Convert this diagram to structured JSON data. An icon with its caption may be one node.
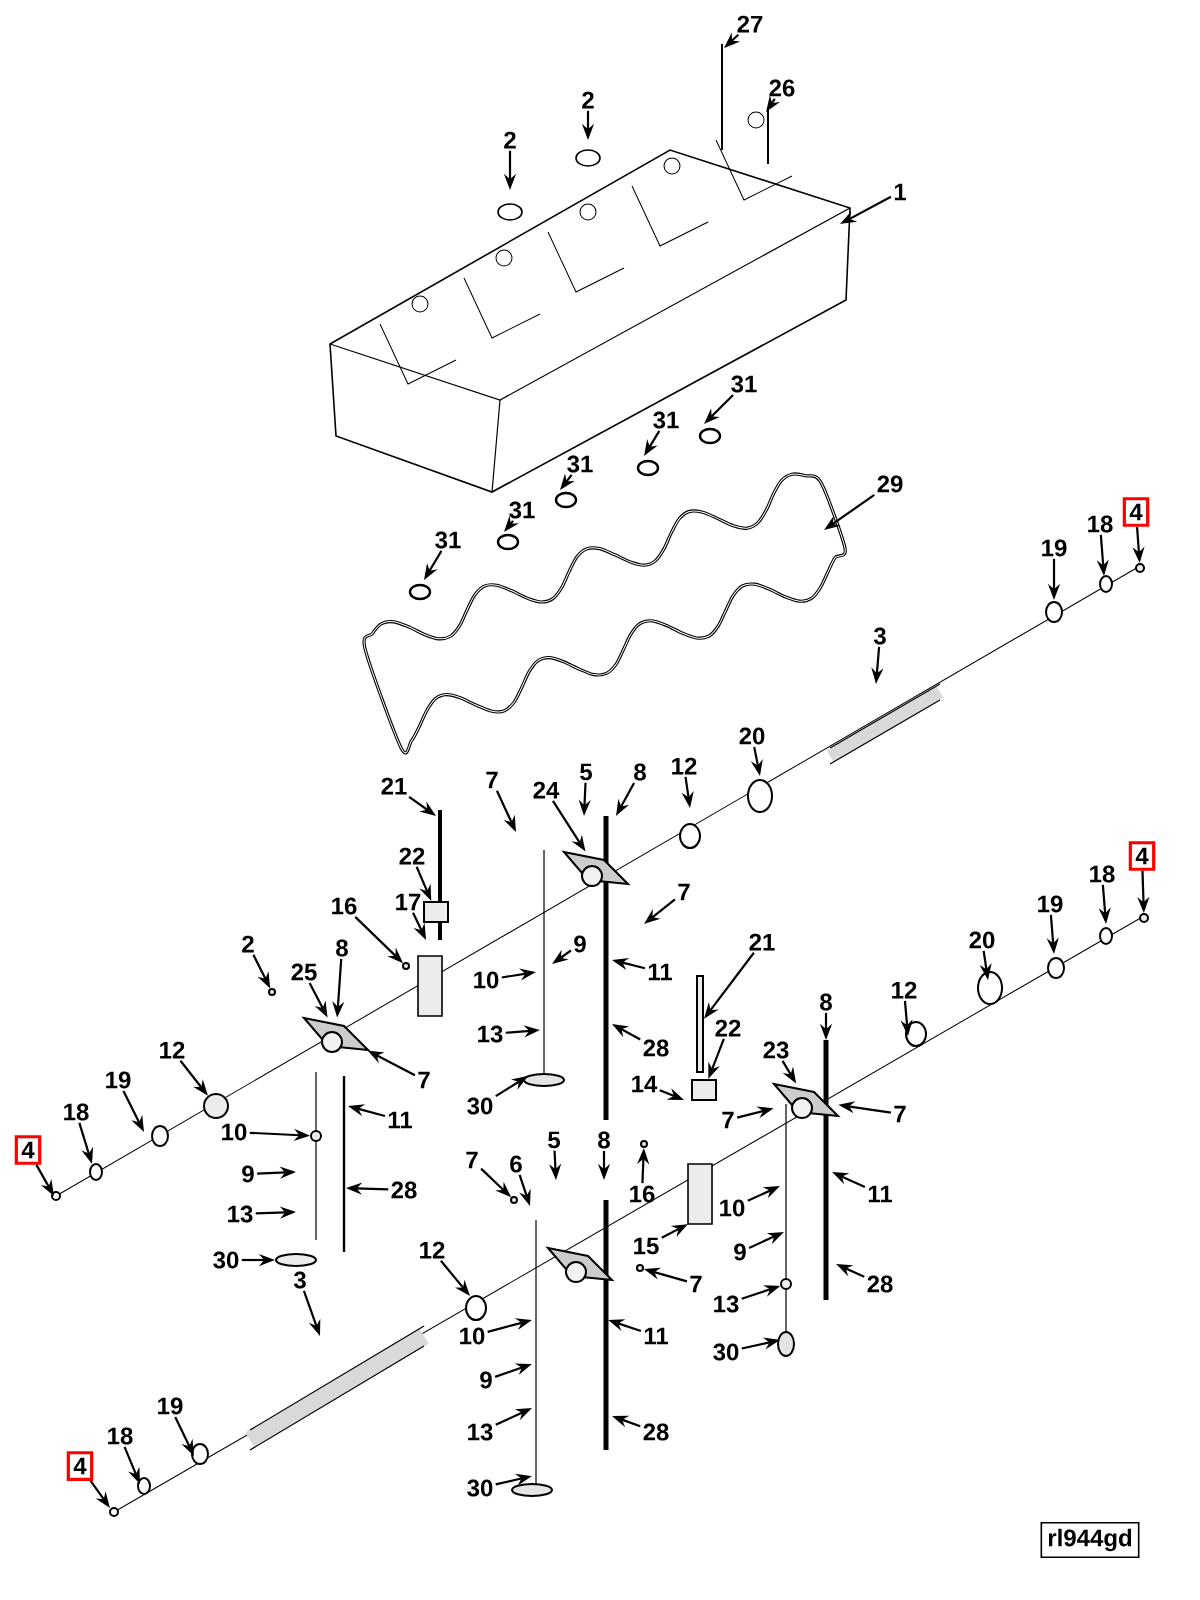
{
  "diagram": {
    "nodes": [
      {
        "text": [
          "27"
        ]
      },
      {
        "text": [
          "26"
        ]
      },
      {
        "text": [
          "2"
        ]
      },
      {
        "text": [
          "2"
        ]
      },
      {
        "text": [
          "1"
        ]
      },
      {
        "text": [
          "31"
        ]
      },
      {
        "text": [
          "31"
        ]
      },
      {
        "text": [
          "31"
        ]
      },
      {
        "text": [
          "31"
        ]
      },
      {
        "text": [
          "31"
        ]
      },
      {
        "text": [
          "29"
        ]
      },
      {
        "text": [
          "4"
        ]
      },
      {
        "text": [
          "18"
        ]
      },
      {
        "text": [
          "19"
        ]
      },
      {
        "text": [
          "3"
        ]
      },
      {
        "text": [
          "20"
        ]
      },
      {
        "text": [
          "12"
        ]
      },
      {
        "text": [
          "8"
        ]
      },
      {
        "text": [
          "5"
        ]
      },
      {
        "text": [
          "24"
        ]
      },
      {
        "text": [
          "7"
        ]
      },
      {
        "text": [
          "21"
        ]
      },
      {
        "text": [
          "7"
        ]
      },
      {
        "text": [
          "22"
        ]
      },
      {
        "text": [
          "17"
        ]
      },
      {
        "text": [
          "16"
        ]
      },
      {
        "text": [
          "9"
        ]
      },
      {
        "text": [
          "11"
        ]
      },
      {
        "text": [
          "10"
        ]
      },
      {
        "text": [
          "21"
        ]
      },
      {
        "text": [
          "4"
        ]
      },
      {
        "text": [
          "18"
        ]
      },
      {
        "text": [
          "19"
        ]
      },
      {
        "text": [
          "20"
        ]
      },
      {
        "text": [
          "12"
        ]
      },
      {
        "text": [
          "8"
        ]
      },
      {
        "text": [
          "23"
        ]
      },
      {
        "text": [
          "22"
        ]
      },
      {
        "text": [
          "2"
        ]
      },
      {
        "text": [
          "25"
        ]
      },
      {
        "text": [
          "8"
        ]
      },
      {
        "text": [
          "7"
        ]
      },
      {
        "text": [
          "13"
        ]
      },
      {
        "text": [
          "28"
        ]
      },
      {
        "text": [
          "12"
        ]
      },
      {
        "text": [
          "11"
        ]
      },
      {
        "text": [
          "30"
        ]
      },
      {
        "text": [
          "14"
        ]
      },
      {
        "text": [
          "7"
        ]
      },
      {
        "text": [
          "7"
        ]
      },
      {
        "text": [
          "19"
        ]
      },
      {
        "text": [
          "18"
        ]
      },
      {
        "text": [
          "4"
        ]
      },
      {
        "text": [
          "10"
        ]
      },
      {
        "text": [
          "9"
        ]
      },
      {
        "text": [
          "13"
        ]
      },
      {
        "text": [
          "28"
        ]
      },
      {
        "text": [
          "30"
        ]
      },
      {
        "text": [
          "7"
        ]
      },
      {
        "text": [
          "6"
        ]
      },
      {
        "text": [
          "5"
        ]
      },
      {
        "text": [
          "8"
        ]
      },
      {
        "text": [
          "16"
        ]
      },
      {
        "text": [
          "10"
        ]
      },
      {
        "text": [
          "11"
        ]
      },
      {
        "text": [
          "15"
        ]
      },
      {
        "text": [
          "7"
        ]
      },
      {
        "text": [
          "9"
        ]
      },
      {
        "text": [
          "13"
        ]
      },
      {
        "text": [
          "28"
        ]
      },
      {
        "text": [
          "30"
        ]
      },
      {
        "text": [
          "12"
        ]
      },
      {
        "text": [
          "10"
        ]
      },
      {
        "text": [
          "11"
        ]
      },
      {
        "text": [
          "3"
        ]
      },
      {
        "text": [
          "9"
        ]
      },
      {
        "text": [
          "13"
        ]
      },
      {
        "text": [
          "28"
        ]
      },
      {
        "text": [
          "19"
        ]
      },
      {
        "text": [
          "18"
        ]
      },
      {
        "text": [
          "4"
        ]
      },
      {
        "text": [
          "30"
        ]
      },
      {
        "text": [],
        "shape": "circle"
      },
      {
        "text": [],
        "shape": "box"
      },
      {
        "text": [],
        "shape": "circle"
      },
      {
        "text": [],
        "shape": "bar"
      },
      {
        "text": [],
        "shape": "circle"
      },
      {
        "text": [],
        "shape": "circle"
      },
      {
        "text": [],
        "shape": "circle"
      },
      {
        "text": [],
        "shape": "circle"
      },
      {
        "text": [],
        "shape": "ellipse"
      },
      {
        "text": [],
        "shape": "circle"
      },
      {
        "text": [],
        "shape": "circle"
      },
      {
        "text": [],
        "shape": "circle"
      },
      {
        "text": [],
        "shape": "circle"
      },
      {
        "text": [],
        "shape": "picture"
      },
      {
        "text": [],
        "shape": "picture"
      },
      {
        "text": [],
        "shape": "picture"
      },
      {
        "text": [],
        "shape": "picture"
      },
      {
        "text": [],
        "shape": "box"
      }
    ],
    "edges": [
      {
        "from": 0,
        "to": null,
        "arrow": "to"
      },
      {
        "from": 1,
        "to": null,
        "arrow": "to"
      },
      {
        "from": 2,
        "to": null,
        "arrow": "to"
      },
      {
        "from": 3,
        "to": null,
        "arrow": "to"
      },
      {
        "from": 4,
        "to": null,
        "arrow": "to"
      },
      {
        "from": 5,
        "to": null,
        "arrow": "to"
      },
      {
        "from": 6,
        "to": null,
        "arrow": "to"
      },
      {
        "from": 7,
        "to": null,
        "arrow": "to"
      },
      {
        "from": 8,
        "to": null,
        "arrow": "to"
      },
      {
        "from": 9,
        "to": null,
        "arrow": "to"
      },
      {
        "from": 10,
        "to": null,
        "arrow": "to"
      },
      {
        "from": 11,
        "to": 82,
        "arrow": "to"
      },
      {
        "from": 12,
        "to": null,
        "arrow": "to"
      },
      {
        "from": 13,
        "to": null,
        "arrow": "to"
      },
      {
        "from": 14,
        "to": null,
        "arrow": "to"
      },
      {
        "from": 15,
        "to": null,
        "arrow": "to"
      },
      {
        "from": 16,
        "to": null,
        "arrow": "to"
      },
      {
        "from": 17,
        "to": null,
        "arrow": "to"
      },
      {
        "from": 18,
        "to": null,
        "arrow": "to"
      },
      {
        "from": 19,
        "to": 96,
        "arrow": "to"
      },
      {
        "from": 20,
        "to": null,
        "arrow": "to"
      },
      {
        "from": 21,
        "to": null,
        "arrow": "to"
      },
      {
        "from": 22,
        "to": null,
        "arrow": "to"
      },
      {
        "from": 23,
        "to": 83,
        "arrow": "to"
      },
      {
        "from": 24,
        "to": null,
        "arrow": "to"
      },
      {
        "from": 25,
        "to": 84,
        "arrow": "to"
      },
      {
        "from": 26,
        "to": null,
        "arrow": "to"
      },
      {
        "from": 27,
        "to": null,
        "arrow": "to"
      },
      {
        "from": 28,
        "to": null,
        "arrow": "to"
      },
      {
        "from": 29,
        "to": 85,
        "arrow": "to"
      },
      {
        "from": 30,
        "to": 86,
        "arrow": "to"
      },
      {
        "from": 31,
        "to": null,
        "arrow": "to"
      },
      {
        "from": 32,
        "to": null,
        "arrow": "to"
      },
      {
        "from": 33,
        "to": null,
        "arrow": "to"
      },
      {
        "from": 34,
        "to": null,
        "arrow": "to"
      },
      {
        "from": 35,
        "to": null,
        "arrow": "to"
      },
      {
        "from": 36,
        "to": 97,
        "arrow": "to"
      },
      {
        "from": 37,
        "to": 99,
        "arrow": "to"
      },
      {
        "from": 38,
        "to": 87,
        "arrow": "to"
      },
      {
        "from": 39,
        "to": 95,
        "arrow": "to"
      },
      {
        "from": 40,
        "to": 95,
        "arrow": "to"
      },
      {
        "from": 41,
        "to": 95,
        "arrow": "to"
      },
      {
        "from": 42,
        "to": null,
        "arrow": "to"
      },
      {
        "from": 43,
        "to": null,
        "arrow": "to"
      },
      {
        "from": 44,
        "to": 88,
        "arrow": "to"
      },
      {
        "from": 45,
        "to": null,
        "arrow": "to"
      },
      {
        "from": 46,
        "to": null,
        "arrow": "to"
      },
      {
        "from": 47,
        "to": null,
        "arrow": "to"
      },
      {
        "from": 48,
        "to": 97,
        "arrow": "to"
      },
      {
        "from": 49,
        "to": 97,
        "arrow": "to"
      },
      {
        "from": 50,
        "to": null,
        "arrow": "to"
      },
      {
        "from": 51,
        "to": null,
        "arrow": "to"
      },
      {
        "from": 52,
        "to": null,
        "arrow": "to"
      },
      {
        "from": 53,
        "to": 89,
        "arrow": "to"
      },
      {
        "from": 54,
        "to": null,
        "arrow": "to"
      },
      {
        "from": 55,
        "to": null,
        "arrow": "to"
      },
      {
        "from": 56,
        "to": null,
        "arrow": "to"
      },
      {
        "from": 57,
        "to": 90,
        "arrow": "to"
      },
      {
        "from": 58,
        "to": 91,
        "arrow": "to"
      },
      {
        "from": 59,
        "to": null,
        "arrow": "to"
      },
      {
        "from": 60,
        "to": null,
        "arrow": "to"
      },
      {
        "from": 61,
        "to": null,
        "arrow": "to"
      },
      {
        "from": 62,
        "to": 92,
        "arrow": "to"
      },
      {
        "from": 63,
        "to": null,
        "arrow": "to"
      },
      {
        "from": 64,
        "to": null,
        "arrow": "to"
      },
      {
        "from": 65,
        "to": null,
        "arrow": "to"
      },
      {
        "from": 66,
        "to": 93,
        "arrow": "to"
      },
      {
        "from": 67,
        "to": null,
        "arrow": "to"
      },
      {
        "from": 68,
        "to": 94,
        "arrow": "to"
      },
      {
        "from": 69,
        "to": null,
        "arrow": "to"
      },
      {
        "from": 70,
        "to": null,
        "arrow": "to"
      },
      {
        "from": 71,
        "to": null,
        "arrow": "to"
      },
      {
        "from": 72,
        "to": null,
        "arrow": "to"
      },
      {
        "from": 73,
        "to": null,
        "arrow": "to"
      },
      {
        "from": 74,
        "to": null,
        "arrow": "to"
      },
      {
        "from": 75,
        "to": null,
        "arrow": "to"
      },
      {
        "from": 76,
        "to": null,
        "arrow": "to"
      },
      {
        "from": 77,
        "to": null,
        "arrow": "to"
      },
      {
        "from": 78,
        "to": null,
        "arrow": "to"
      },
      {
        "from": 79,
        "to": null,
        "arrow": "to"
      },
      {
        "from": 80,
        "to": null,
        "arrow": "to"
      },
      {
        "from": 81,
        "to": null,
        "arrow": "to"
      }
    ],
    "labels": [
      "rl944gd"
    ]
  }
}
